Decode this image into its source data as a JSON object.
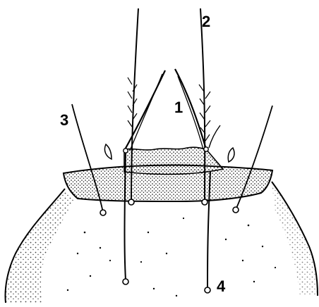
{
  "figure": {
    "labels": {
      "one": "1",
      "two": "2",
      "three": "3",
      "four": "4"
    }
  }
}
